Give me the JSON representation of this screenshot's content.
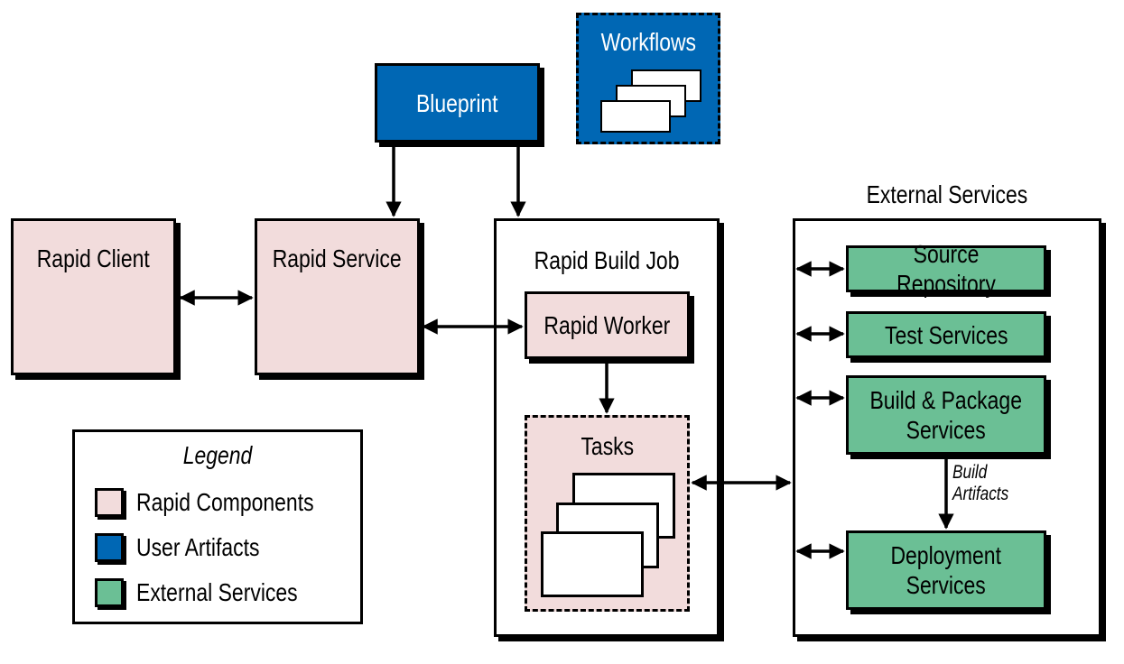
{
  "nodes": {
    "rapid_client": "Rapid Client",
    "rapid_service": "Rapid Service",
    "blueprint": "Blueprint",
    "workflows": "Workflows",
    "rapid_build_job": "Rapid Build Job",
    "rapid_worker": "Rapid Worker",
    "tasks": "Tasks",
    "external_services_title": "External Services",
    "source_repository": "Source Repository",
    "test_services": "Test Services",
    "build_package_line1": "Build & Package",
    "build_package_line2": "Services",
    "deployment_line1": "Deployment",
    "deployment_line2": "Services"
  },
  "edge_labels": {
    "build_artifacts_line1": "Build",
    "build_artifacts_line2": "Artifacts"
  },
  "legend": {
    "title": "Legend",
    "items": [
      {
        "label": "Rapid Components",
        "color": "#f2dcdc"
      },
      {
        "label": "User Artifacts",
        "color": "#0067b4"
      },
      {
        "label": "External Services",
        "color": "#6bbf95"
      }
    ]
  },
  "colors": {
    "rapid_components": "#f2dcdc",
    "user_artifacts": "#0067b4",
    "external_services": "#6bbf95"
  }
}
